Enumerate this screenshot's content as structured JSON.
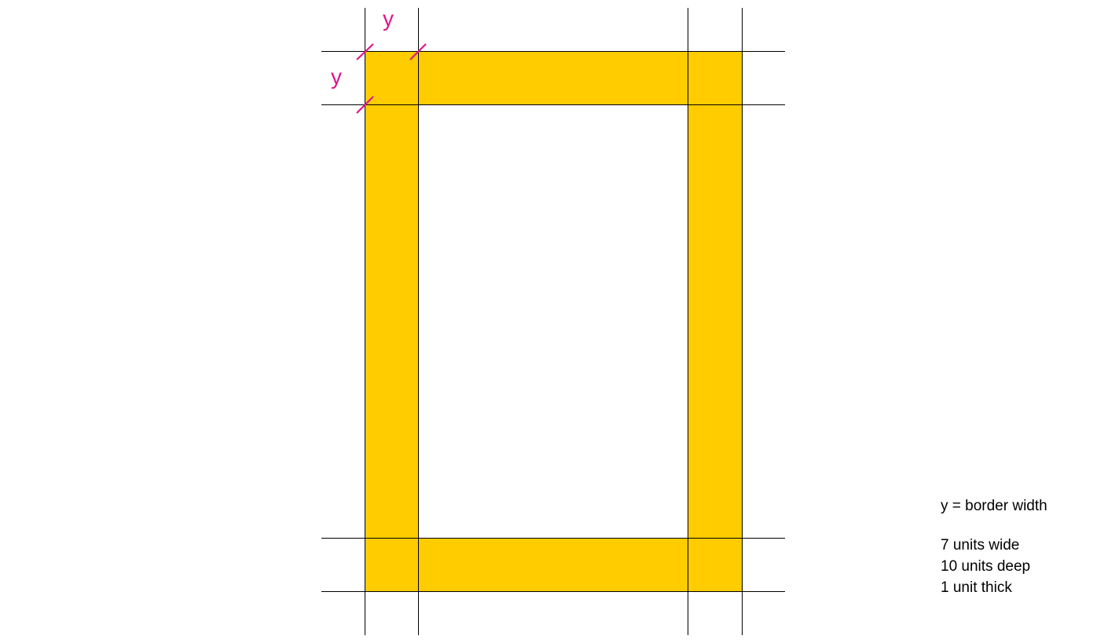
{
  "diagram": {
    "colors": {
      "frame_fill": "#ffcc00",
      "guide_line": "#000000",
      "dimension_mark": "#e0168a"
    },
    "dimension_labels": {
      "top": "y",
      "left": "y"
    },
    "legend": {
      "definition": "y = border width",
      "width": "7 units wide",
      "depth": "10 units deep",
      "thickness": "1 unit thick"
    }
  }
}
